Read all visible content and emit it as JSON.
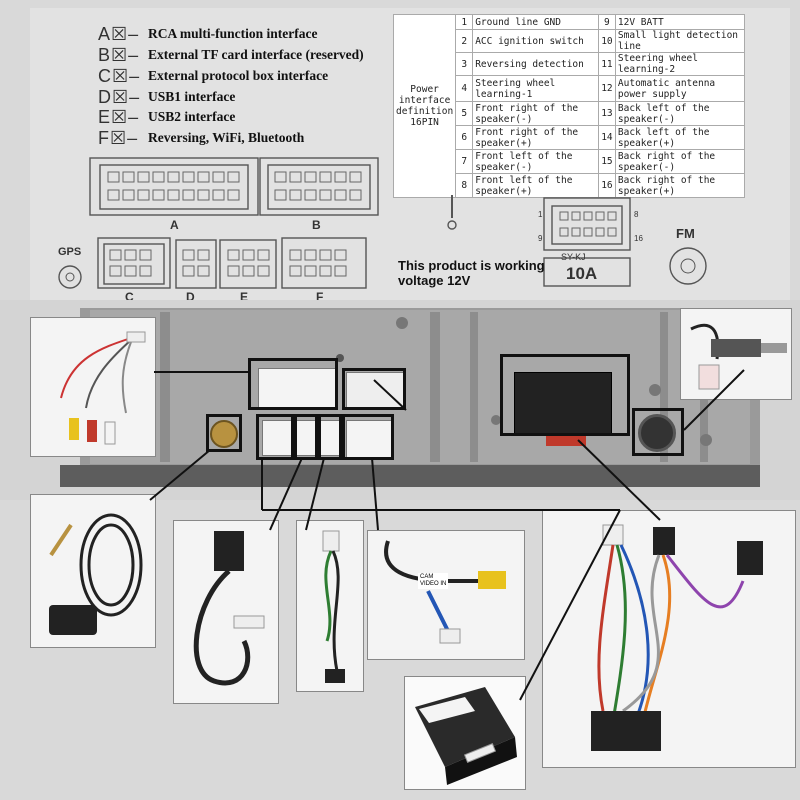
{
  "legend": [
    {
      "letter": "A",
      "text": "RCA multi-function interface"
    },
    {
      "letter": "B",
      "text": "External TF card interface (reserved)"
    },
    {
      "letter": "C",
      "text": "External protocol box interface"
    },
    {
      "letter": "D",
      "text": "USB1 interface"
    },
    {
      "letter": "E",
      "text": "USB2 interface"
    },
    {
      "letter": "F",
      "text": "Reversing, WiFi, Bluetooth"
    }
  ],
  "power_table": {
    "title": "Power interface definition 16PIN",
    "rows": [
      {
        "n1": "1",
        "t1": "Ground line GND",
        "n2": "9",
        "t2": "12V BATT"
      },
      {
        "n1": "2",
        "t1": "ACC ignition switch",
        "n2": "10",
        "t2": "Small light detection line"
      },
      {
        "n1": "3",
        "t1": "Reversing detection",
        "n2": "11",
        "t2": "Steering wheel learning-2"
      },
      {
        "n1": "4",
        "t1": "Steering wheel learning-1",
        "n2": "12",
        "t2": "Automatic antenna power supply"
      },
      {
        "n1": "5",
        "t1": "Front right of the speaker(-)",
        "n2": "13",
        "t2": "Back left of the speaker(-)"
      },
      {
        "n1": "6",
        "t1": "Front right of the speaker(+)",
        "n2": "14",
        "t2": "Back left of the speaker(+)"
      },
      {
        "n1": "7",
        "t1": "Front left of the speaker(-)",
        "n2": "15",
        "t2": "Back right of the speaker(-)"
      },
      {
        "n1": "8",
        "t1": "Front left of the speaker(+)",
        "n2": "16",
        "t2": "Back right of the speaker(+)"
      }
    ]
  },
  "connector_labels": {
    "a": "A",
    "b": "B",
    "c": "C",
    "d": "D",
    "e": "E",
    "f": "F"
  },
  "gps_label": "GPS",
  "fm_label": "FM",
  "power_connector": {
    "model": "SY-KJ",
    "rating": "10A",
    "pin1": "1",
    "pin8": "8",
    "pin9": "9",
    "pin16": "16"
  },
  "working_note": {
    "line1": "This product is working",
    "line2": "voltage 12V"
  },
  "camera_label": {
    "line1": "CAM",
    "line2": "VIDEO IN"
  }
}
